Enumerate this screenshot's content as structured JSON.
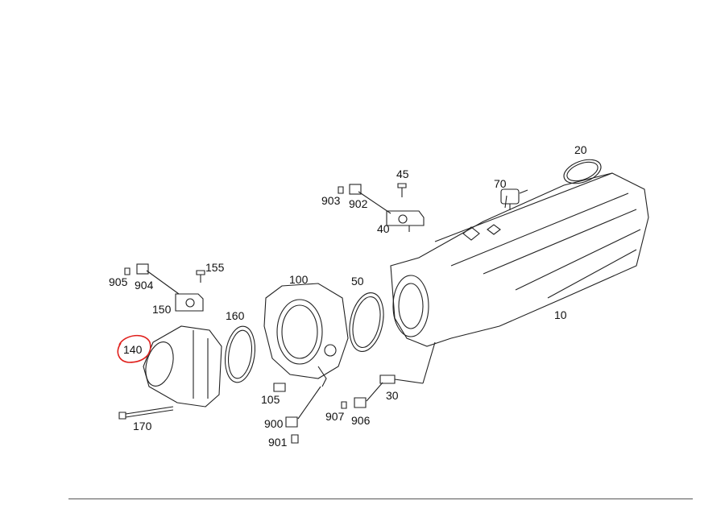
{
  "diagram": {
    "labels": {
      "p20": "20",
      "p45": "45",
      "p70": "70",
      "p903": "903",
      "p902": "902",
      "p40": "40",
      "p155": "155",
      "p905": "905",
      "p904": "904",
      "p100": "100",
      "p50": "50",
      "p150": "150",
      "p160": "160",
      "p10": "10",
      "p140": "140",
      "p105": "105",
      "p30": "30",
      "p900": "900",
      "p907": "907",
      "p906": "906",
      "p170": "170",
      "p901": "901"
    },
    "highlight_color": "#e0201c",
    "line_color": "#222222"
  }
}
